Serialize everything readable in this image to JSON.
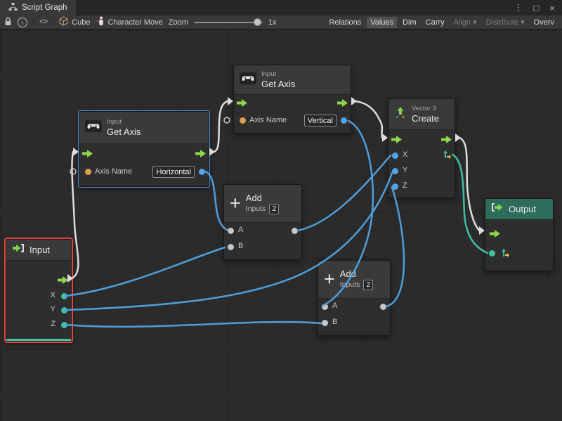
{
  "window": {
    "tab": {
      "title": "Script Graph"
    },
    "controls": {
      "menu": "⋮",
      "maximize": "□",
      "close": "×"
    }
  },
  "toolbar": {
    "caret": "▾",
    "code_label": "<>",
    "cube_label": "Cube",
    "character_label": "Character Move",
    "zoom_label": "Zoom",
    "zoom_value": "1x",
    "buttons": [
      {
        "label": "Relations",
        "state": "normal"
      },
      {
        "label": "Values",
        "state": "active"
      },
      {
        "label": "Dim",
        "state": "normal"
      },
      {
        "label": "Carry",
        "state": "normal"
      },
      {
        "label": "Align",
        "state": "disabled"
      },
      {
        "label": "Distribute",
        "state": "disabled"
      },
      {
        "label": "Overv",
        "state": "normal"
      }
    ]
  },
  "nodes": {
    "get_axis_vertical": {
      "category": "Input",
      "title": "Get Axis",
      "port_label": "Axis Name",
      "field_value": "Vertical"
    },
    "get_axis_horizontal": {
      "category": "Input",
      "title": "Get Axis",
      "port_label": "Axis Name",
      "field_value": "Horizontal"
    },
    "add_1": {
      "title": "Add",
      "inputs_label": "Inputs",
      "inputs_value": "2",
      "port_a": "A",
      "port_b": "B"
    },
    "add_2": {
      "title": "Add",
      "inputs_label": "Inputs",
      "inputs_value": "2",
      "port_a": "A",
      "port_b": "B"
    },
    "vector3_create": {
      "category": "Vector 3",
      "title": "Create",
      "port_x": "X",
      "port_y": "Y",
      "port_z": "Z"
    },
    "output_node": {
      "title": "Output"
    },
    "input_node": {
      "title": "Input",
      "port_x": "X",
      "port_y": "Y",
      "port_z": "Z"
    }
  },
  "icons": {
    "lock-icon": "padlock",
    "info-icon": "i",
    "code-icon": "<>",
    "cube-icon": "cube outline",
    "character-icon": "person figure",
    "graph-icon": "hierarchy",
    "gamepad-icon": "game controller",
    "vector3-icon": "green up arrow",
    "flow-arrow-icon": "green right arrow",
    "bracket-arrow-icon": "arrow with bracket"
  },
  "colors": {
    "flow_wire": "#DCDCDC",
    "data_wire": "#4D9FDC",
    "vector_wire": "#3FBFA3",
    "selection": "#4E8FD0",
    "error": "#E8443C",
    "output_header": "#2E6B5A"
  }
}
